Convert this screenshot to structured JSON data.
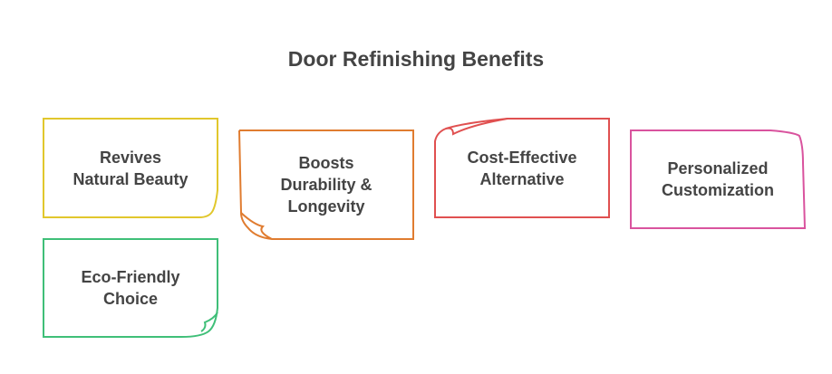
{
  "title": "Door Refinishing Benefits",
  "cards": [
    {
      "lines": [
        "Revives",
        "Natural Beauty"
      ],
      "color": "#e1c72c"
    },
    {
      "lines": [
        "Boosts",
        "Durability &",
        "Longevity"
      ],
      "color": "#e07c30"
    },
    {
      "lines": [
        "Cost-Effective",
        "Alternative"
      ],
      "color": "#e05050"
    },
    {
      "lines": [
        "Personalized",
        "Customization"
      ],
      "color": "#d9539e"
    },
    {
      "lines": [
        "Eco-Friendly",
        "Choice"
      ],
      "color": "#3fbf78"
    }
  ]
}
